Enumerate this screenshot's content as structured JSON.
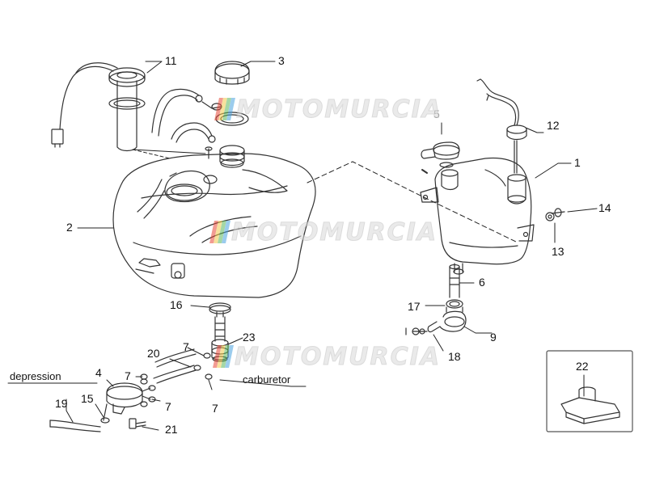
{
  "diagram": {
    "callouts": [
      {
        "id": "1",
        "label": "1"
      },
      {
        "id": "2",
        "label": "2"
      },
      {
        "id": "3",
        "label": "3"
      },
      {
        "id": "4",
        "label": "4"
      },
      {
        "id": "5",
        "label": "5"
      },
      {
        "id": "6",
        "label": "6"
      },
      {
        "id": "7a",
        "label": "7"
      },
      {
        "id": "7b",
        "label": "7"
      },
      {
        "id": "7c",
        "label": "7"
      },
      {
        "id": "7d",
        "label": "7"
      },
      {
        "id": "9",
        "label": "9"
      },
      {
        "id": "11",
        "label": "11"
      },
      {
        "id": "12",
        "label": "12"
      },
      {
        "id": "13",
        "label": "13"
      },
      {
        "id": "14",
        "label": "14"
      },
      {
        "id": "15",
        "label": "15"
      },
      {
        "id": "16",
        "label": "16"
      },
      {
        "id": "17",
        "label": "17"
      },
      {
        "id": "18",
        "label": "18"
      },
      {
        "id": "19",
        "label": "19"
      },
      {
        "id": "20",
        "label": "20"
      },
      {
        "id": "21",
        "label": "21"
      },
      {
        "id": "22",
        "label": "22"
      },
      {
        "id": "23",
        "label": "23"
      }
    ],
    "annotations": {
      "depression": "depression",
      "carburetor": "carburetor"
    },
    "watermark": {
      "text": "MOTOMURCIA",
      "flag_colors": [
        "#e84a3a",
        "#f2c94c",
        "#5cb85c",
        "#4aa3df"
      ]
    },
    "colors": {
      "line": "#222222",
      "outline": "#333333",
      "watermark_text": "#d9d9d9"
    }
  }
}
